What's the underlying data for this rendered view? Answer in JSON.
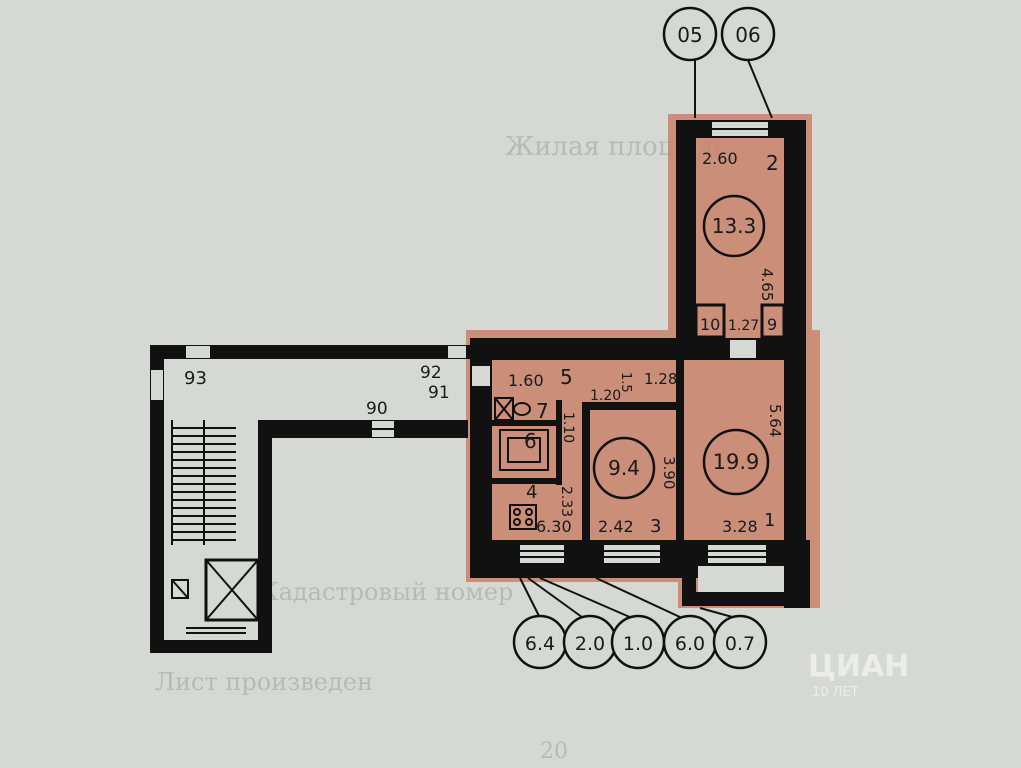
{
  "colors": {
    "paper": "#d6d9d3",
    "wall": "#111111",
    "highlight": "#c9856f",
    "ink": "#1a1a1a"
  },
  "callouts_top": [
    "05",
    "06"
  ],
  "callouts_bottom": [
    "6.4",
    "2.0",
    "1.0",
    "6.0",
    "0.7"
  ],
  "room2": {
    "number": "2",
    "area": "13.3",
    "width": "2.60",
    "length": "4.65"
  },
  "small_rooms_top": {
    "r10": "10",
    "r9": "9",
    "width": "1.27"
  },
  "room5": {
    "number": "5",
    "length": "1.60",
    "door_a": "1.20",
    "door_b": "1.28",
    "door_c": "1.5"
  },
  "room7": {
    "number": "7"
  },
  "room6": {
    "number": "6",
    "dim": "1.10"
  },
  "room4": {
    "number": "4",
    "width": "2.33",
    "length": "6.30"
  },
  "room3": {
    "number": "3",
    "area": "9.4",
    "width": "2.42",
    "length": "3.90"
  },
  "room1": {
    "number": "1",
    "area": "19.9",
    "width": "3.28",
    "length": "5.64"
  },
  "corridor": {
    "l93": "93",
    "l92": "92",
    "l91": "91",
    "l90": "90"
  },
  "background_text": {
    "line1": "Жилая площадь",
    "line2": "Кадастровый номер",
    "line3": "Лист произведен",
    "line4": "20"
  },
  "watermark": {
    "brand": "ЦИАН",
    "sub": "10 ЛЕТ"
  }
}
